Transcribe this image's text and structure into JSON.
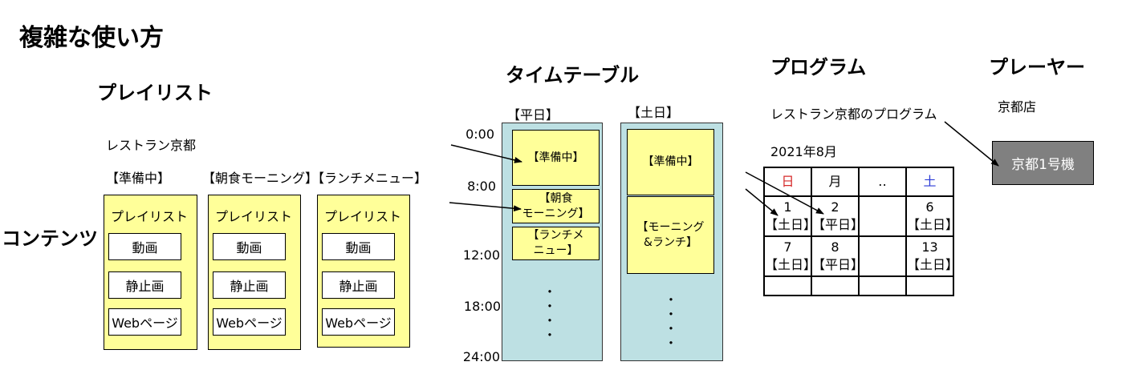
{
  "title": "複雑な使い方",
  "contents_label": "コンテンツ",
  "playlist": {
    "heading": "プレイリスト",
    "group_name": "レストラン京都",
    "cards": [
      {
        "label": "【準備中】",
        "inner_title": "プレイリスト",
        "items": [
          "動画",
          "静止画",
          "Webページ"
        ]
      },
      {
        "label": "【朝食モーニング】",
        "inner_title": "プレイリスト",
        "items": [
          "動画",
          "静止画",
          "Webページ"
        ]
      },
      {
        "label": "【ランチメニュー】",
        "inner_title": "プレイリスト",
        "items": [
          "動画",
          "静止画",
          "Webページ"
        ]
      }
    ]
  },
  "timetable": {
    "heading": "タイムテーブル",
    "times": [
      "0:00",
      "8:00",
      "12:00",
      "18:00",
      "24:00"
    ],
    "weekday": {
      "label": "【平日】",
      "slots": [
        "【準備中】",
        "【朝食\nモーニング】",
        "【ランチメ\nニュー】"
      ],
      "dots": "・\n・\n・\n・"
    },
    "weekend": {
      "label": "【土日】",
      "slots": [
        "【準備中】",
        "【モーニング\n&ランチ】"
      ],
      "dots": "・\n・\n・\n・"
    }
  },
  "program": {
    "heading": "プログラム",
    "name": "レストラン京都のプログラム",
    "month": "2021年8月",
    "calendar": {
      "headers": [
        "日",
        "月",
        "‥",
        "土"
      ],
      "header_colors": [
        "#d62b2b",
        "#000000",
        "#000000",
        "#2b3bd6"
      ],
      "rows": [
        [
          "1\n【土日】",
          "2\n【平日】",
          "",
          "6\n【土日】"
        ],
        [
          "7\n【土日】",
          "8\n【平日】",
          "",
          "13\n【土日】"
        ],
        [
          "",
          "",
          "",
          ""
        ]
      ]
    }
  },
  "player": {
    "heading": "プレーヤー",
    "store": "京都店",
    "device": "京都1号機"
  }
}
